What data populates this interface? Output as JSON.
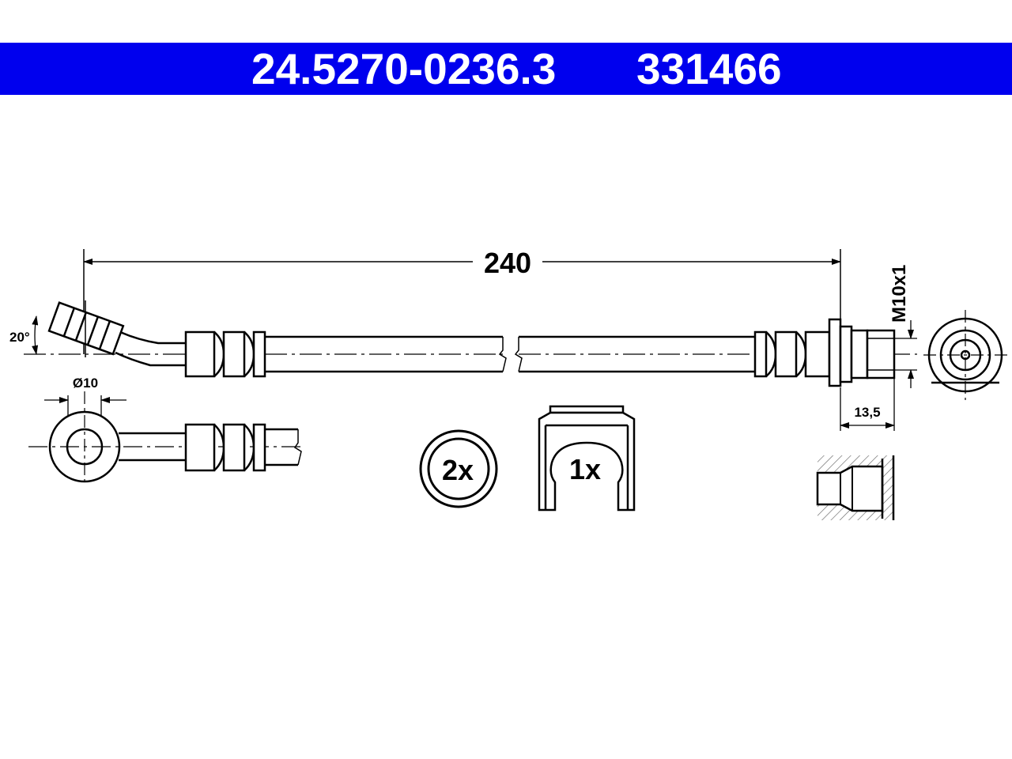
{
  "header": {
    "part_number": "24.5270-0236.3",
    "ref_number": "331466",
    "band_color": "#0000ee",
    "text_color": "#ffffff"
  },
  "dimensions": {
    "length": "240",
    "thread": "M10x1",
    "thread_depth": "13,5",
    "eye_diameter": "Ø10",
    "angle": "20°"
  },
  "accessories": {
    "washers": "2x",
    "clip": "1x"
  }
}
